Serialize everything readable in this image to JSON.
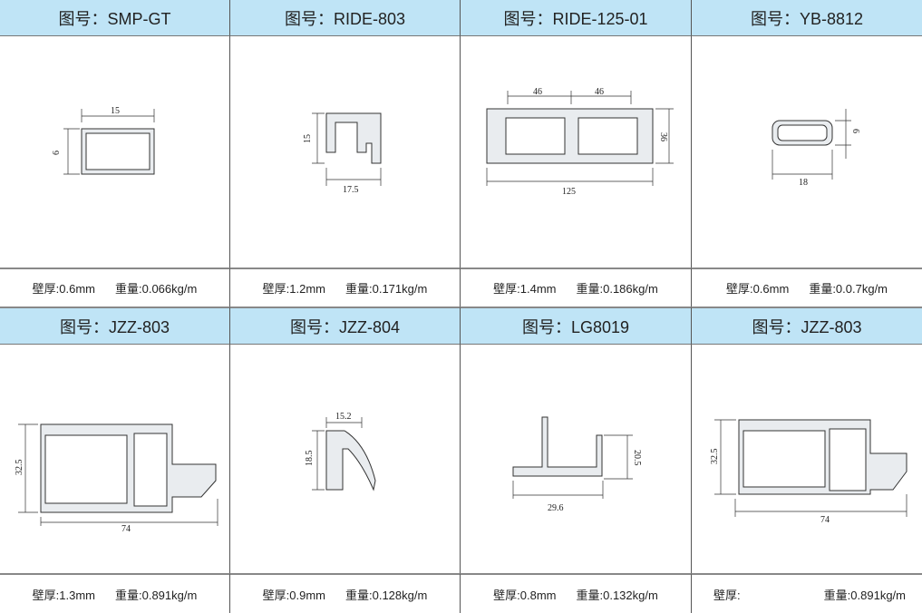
{
  "cells": [
    {
      "title": "图号：SMP-GT",
      "wall": "壁厚:0.6mm",
      "weight": "重量:0.066kg/m",
      "dims": [
        "15",
        "6"
      ]
    },
    {
      "title": "图号：RIDE-803",
      "wall": "壁厚:1.2mm",
      "weight": "重量:0.171kg/m",
      "dims": [
        "15",
        "17.5"
      ]
    },
    {
      "title": "图号：RIDE-125-01",
      "wall": "壁厚:1.4mm",
      "weight": "重量:0.186kg/m",
      "dims": [
        "46",
        "46",
        "36",
        "125"
      ]
    },
    {
      "title": "图号：YB-8812",
      "wall": "壁厚:0.6mm",
      "weight": "重量:0.0.7kg/m",
      "dims": [
        "6",
        "18"
      ]
    },
    {
      "title": "图号：JZZ-803",
      "wall": "壁厚:1.3mm",
      "weight": "重量:0.891kg/m",
      "dims": [
        "32.5",
        "74"
      ]
    },
    {
      "title": "图号：JZZ-804",
      "wall": "壁厚:0.9mm",
      "weight": "重量:0.128kg/m",
      "dims": [
        "15.2",
        "18.5"
      ]
    },
    {
      "title": "图号：LG8019",
      "wall": "壁厚:0.8mm",
      "weight": "重量:0.132kg/m",
      "dims": [
        "20.5",
        "29.6"
      ]
    },
    {
      "title": "图号：JZZ-803",
      "wall": "壁厚:",
      "weight": "重量:0.891kg/m",
      "dims": [
        "32.5",
        "74"
      ]
    }
  ]
}
